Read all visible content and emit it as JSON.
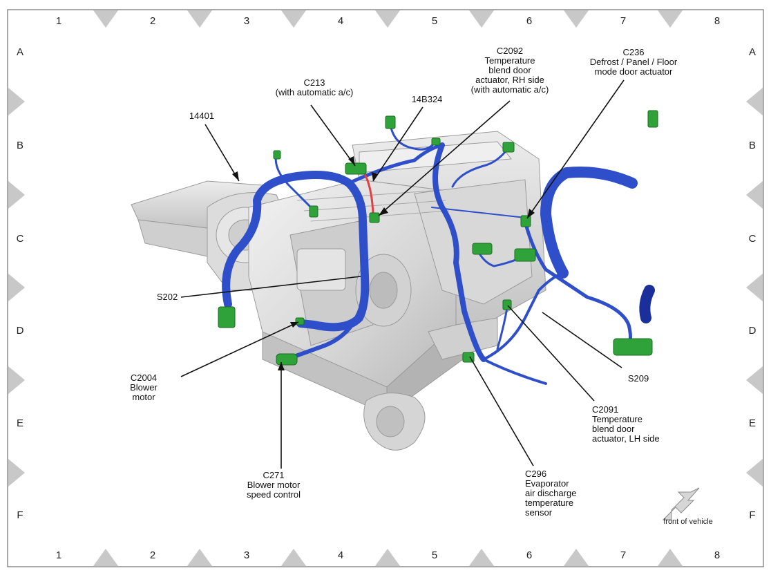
{
  "grid": {
    "columns": [
      "1",
      "2",
      "3",
      "4",
      "5",
      "6",
      "7",
      "8"
    ],
    "rows": [
      "A",
      "B",
      "C",
      "D",
      "E",
      "F"
    ]
  },
  "callouts": {
    "c2092": [
      "C2092",
      "Temperature",
      "blend door",
      "actuator, RH side",
      "(with automatic a/c)"
    ],
    "c236": [
      "C236",
      "Defrost / Panel / Floor",
      "mode door actuator"
    ],
    "c213": [
      "C213",
      "(with automatic a/c)"
    ],
    "n14b324": [
      "14B324"
    ],
    "n14401": [
      "14401"
    ],
    "s202": [
      "S202"
    ],
    "c2004": [
      "C2004",
      "Blower",
      "motor"
    ],
    "c271": [
      "C271",
      "Blower motor",
      "speed control"
    ],
    "c296": [
      "C296",
      "Evaporator",
      "air discharge",
      "temperature",
      "sensor"
    ],
    "c2091": [
      "C2091",
      "Temperature",
      "blend door",
      "actuator, LH side"
    ],
    "s209": [
      "S209"
    ]
  },
  "orientation": {
    "label": "front of vehicle"
  },
  "colors": {
    "harness": "#2e4fc9",
    "harness_dark": "#1b2f9a",
    "connector": "#2fa33a",
    "housing": "#d9d9d9",
    "housing_edge": "#9a9a9a",
    "marker": "#c8c8c8"
  }
}
